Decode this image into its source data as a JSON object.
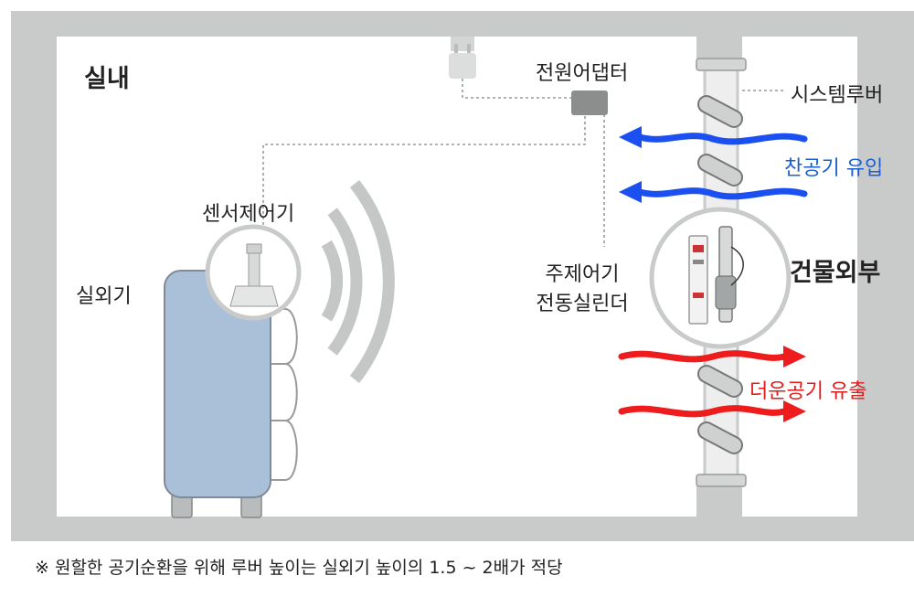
{
  "labels": {
    "indoor": "실내",
    "power_adapter": "전원어댑터",
    "system_louver": "시스템루버",
    "cold_air_in": "찬공기 유입",
    "sensor_controller": "센서제어기",
    "outdoor_unit": "실외기",
    "main_controller_line1": "주제어기",
    "main_controller_line2": "전동실린더",
    "building_exterior": "건물외부",
    "hot_air_out": "더운공기 유출"
  },
  "footnote": "※ 원할한 공기순환을 위해 루버 높이는 실외기 높이의 1.5 ~ 2배가 적당",
  "colors": {
    "wall": "#c9cbcb",
    "outdoor_unit": "#aabfd8",
    "cold_arrow": "#1b4ff0",
    "hot_arrow": "#ee1c1c",
    "cold_text": "#1a5fd1",
    "hot_text": "#e11b1b",
    "signal_arc": "#c5c7c7"
  },
  "icons": [
    "ceiling-plug-icon",
    "power-adapter-icon",
    "sensor-icon",
    "wireless-signal-icon",
    "actuator-controller-icon",
    "louver-blade-icon"
  ]
}
